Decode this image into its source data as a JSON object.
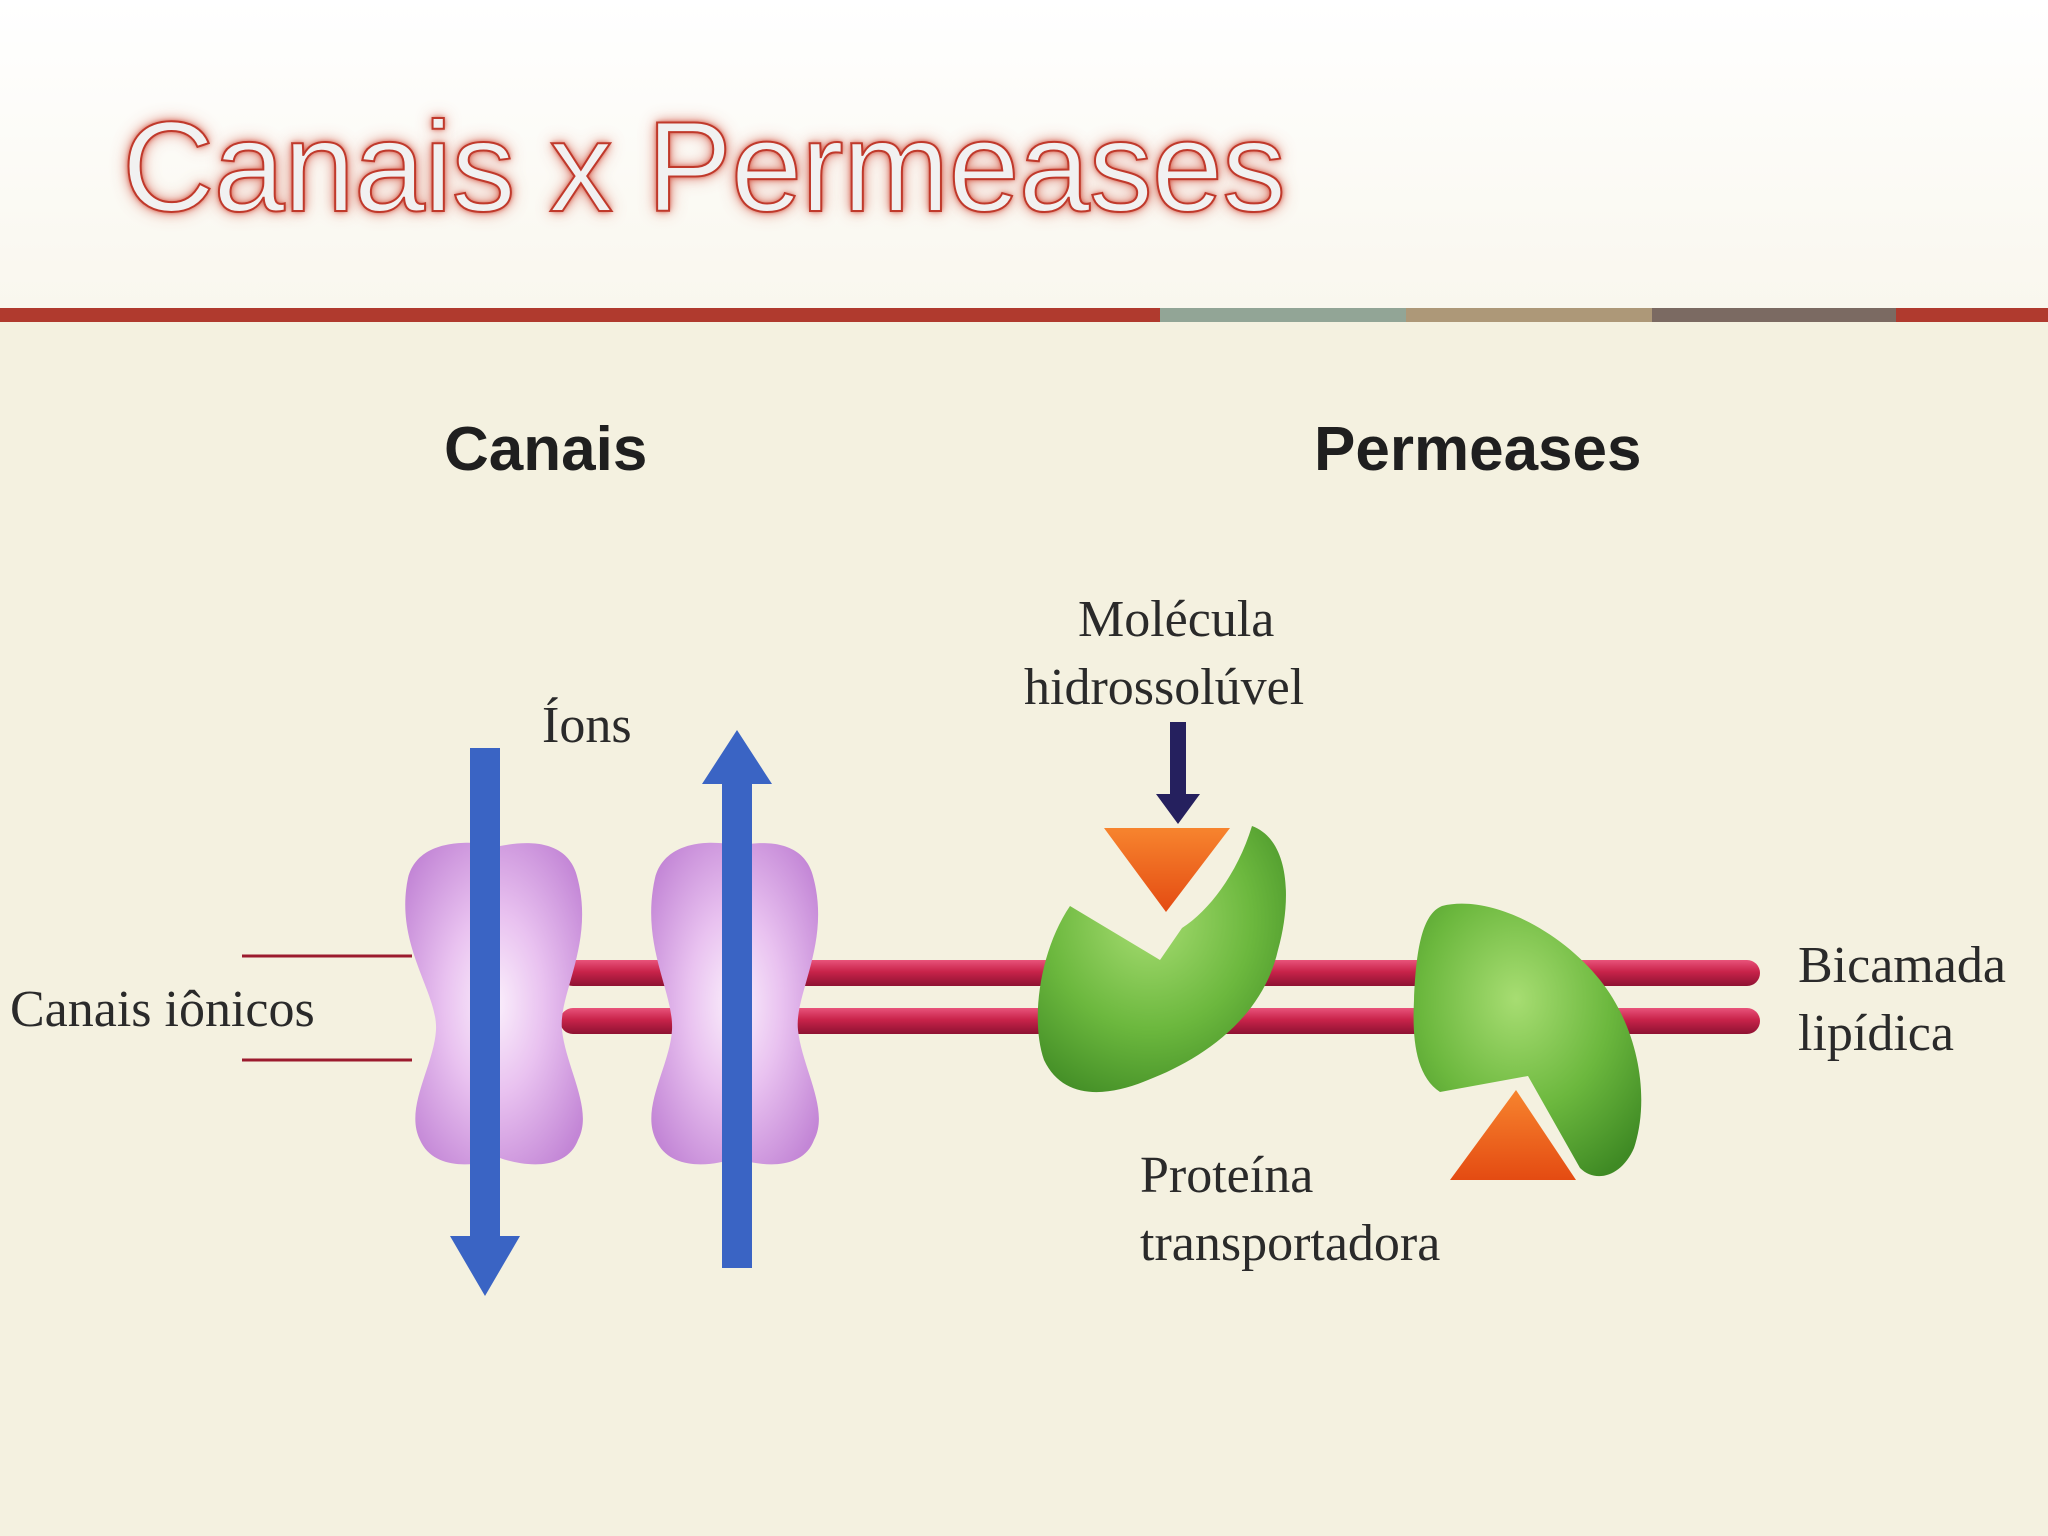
{
  "slide": {
    "title": "Canais x Permeases",
    "colors": {
      "title_text": "#f1f1f1",
      "title_glow": "#c0392b",
      "rule_segments": [
        "#b03a2e",
        "#92a596",
        "#ad9878",
        "#7b6a62",
        "#b03a2e"
      ],
      "background": "#f4f1e0"
    }
  },
  "columns": {
    "left_heading": "Canais",
    "right_heading": "Permeases"
  },
  "diagram": {
    "ions_label": "Íons",
    "ion_channels_label": "Canais iônicos",
    "molecule_label_line1": "Molécula",
    "molecule_label_line2": "hidrossolúvel",
    "carrier_label_line1": "Proteína",
    "carrier_label_line2": "transportadora",
    "bilayer_label_line1": "Bicamada",
    "bilayer_label_line2": "lipídica",
    "colors": {
      "membrane": "#c8234a",
      "channel_protein": "#d9a6e6",
      "ion_arrow": "#3a64c4",
      "carrier_protein": "#6cb83e",
      "molecule": "#f0651e",
      "molecule_arrow": "#25205e",
      "label_lines": "#9b1b2e"
    }
  }
}
